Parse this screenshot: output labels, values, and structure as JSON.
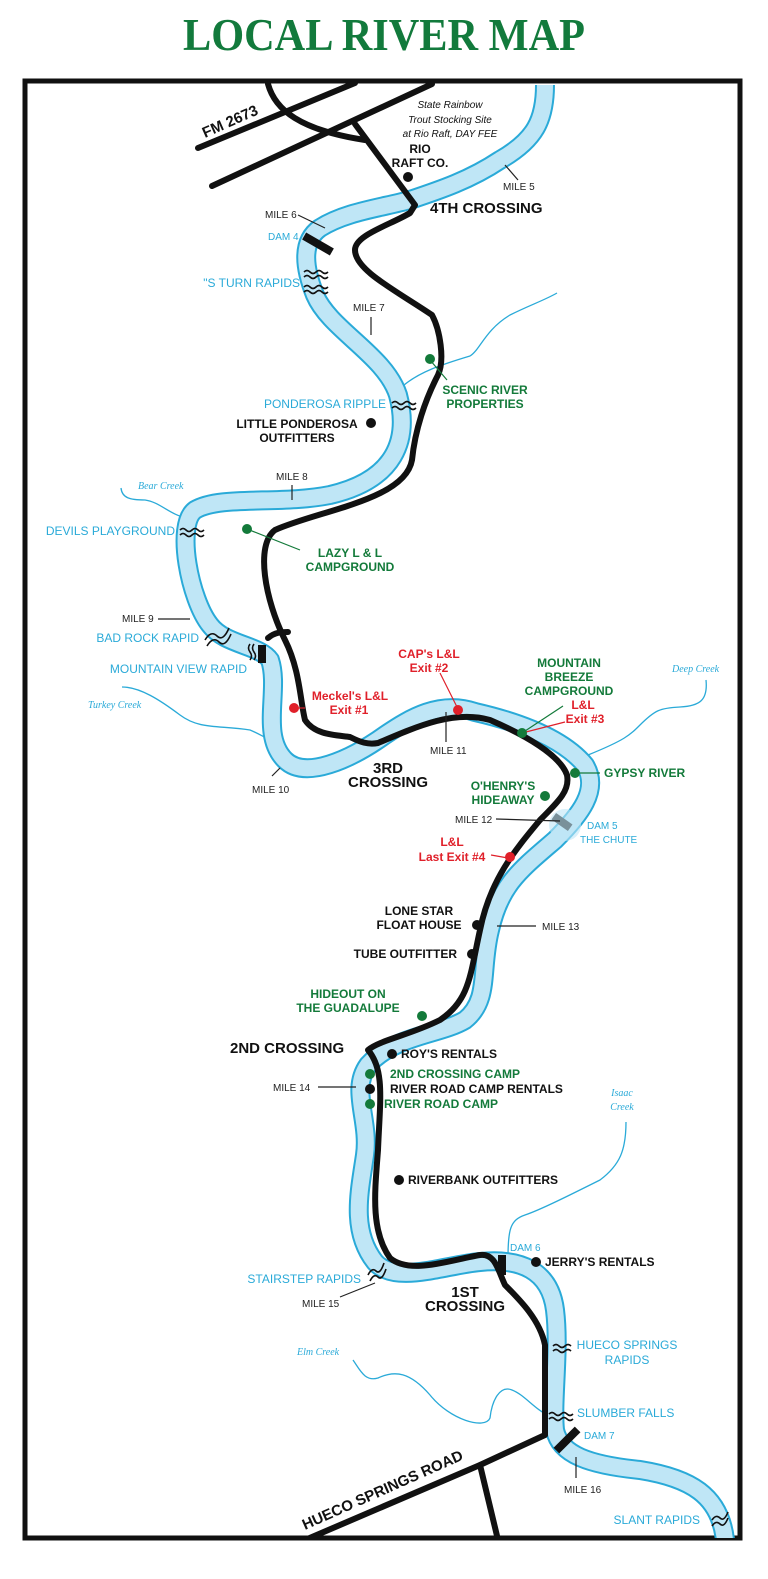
{
  "title": "LOCAL RIVER MAP",
  "colors": {
    "title_green": "#127a3c",
    "river_fill": "#bfe6f6",
    "river_edge": "#2aaad8",
    "road": "#111111",
    "business_green": "#137a3a",
    "exit_red": "#e0202a",
    "frame": "#111111"
  },
  "roads": {
    "fm": "FM 2673",
    "hueco": "HUECO SPRINGS ROAD"
  },
  "note": {
    "line1": "State Rainbow",
    "line2": "Trout Stocking Site",
    "line3": "at Rio Raft, DAY FEE"
  },
  "crossings": {
    "fourth": "4TH CROSSING",
    "third_1": "3RD",
    "third_2": "CROSSING",
    "second": "2ND CROSSING",
    "first_1": "1ST",
    "first_2": "CROSSING"
  },
  "miles": {
    "m5": "MILE 5",
    "m6": "MILE 6",
    "m7": "MILE 7",
    "m8": "MILE 8",
    "m9": "MILE 9",
    "m10": "MILE 10",
    "m11": "MILE 11",
    "m12": "MILE 12",
    "m13": "MILE 13",
    "m14": "MILE 14",
    "m15": "MILE 15",
    "m16": "MILE 16"
  },
  "dams": {
    "dam4": "DAM 4",
    "dam5_1": "DAM 5",
    "dam5_2": "THE CHUTE",
    "dam6": "DAM 6",
    "dam7": "DAM 7"
  },
  "rapids": {
    "s_turn": "\"S TURN RAPIDS",
    "ponderosa": "PONDEROSA RIPPLE",
    "devils": "DEVILS PLAYGROUND",
    "bad_rock": "BAD ROCK RAPID",
    "mountain_view": "MOUNTAIN VIEW RAPID",
    "stairstep": "STAIRSTEP RAPIDS",
    "hueco_1": "HUECO SPRINGS",
    "hueco_2": "RAPIDS",
    "slumber": "SLUMBER FALLS",
    "slant": "SLANT RAPIDS"
  },
  "creeks": {
    "bear": "Bear Creek",
    "turkey": "Turkey Creek",
    "deep": "Deep Creek",
    "isaac_1": "Isaac",
    "isaac_2": "Creek",
    "elm": "Elm Creek"
  },
  "businesses": {
    "rio_1": "RIO",
    "rio_2": "RAFT CO.",
    "scenic_1": "SCENIC RIVER",
    "scenic_2": "PROPERTIES",
    "little_1": "LITTLE PONDEROSA",
    "little_2": "OUTFITTERS",
    "lazy_1": "LAZY L & L",
    "lazy_2": "CAMPGROUND",
    "mtn_1": "MOUNTAIN",
    "mtn_2": "BREEZE",
    "mtn_3": "CAMPGROUND",
    "gypsy": "GYPSY RIVER",
    "ohenry_1": "O'HENRY'S",
    "ohenry_2": "HIDEAWAY",
    "lonestar_1": "LONE STAR",
    "lonestar_2": "FLOAT HOUSE",
    "tube": "TUBE OUTFITTER",
    "hideout_1": "HIDEOUT ON",
    "hideout_2": "THE GUADALUPE",
    "roys": "ROY'S RENTALS",
    "camp2": "2ND CROSSING CAMP",
    "rrcr": "RIVER ROAD CAMP RENTALS",
    "rrc": "RIVER ROAD CAMP",
    "riverbank": "RIVERBANK OUTFITTERS",
    "jerrys": "JERRY'S RENTALS"
  },
  "exits": {
    "e1_1": "Meckel's L&L",
    "e1_2": "Exit #1",
    "e2_1": "CAP's L&L",
    "e2_2": "Exit #2",
    "e3_1": "L&L",
    "e3_2": "Exit #3",
    "e4_1": "L&L",
    "e4_2": "Last Exit #4"
  }
}
